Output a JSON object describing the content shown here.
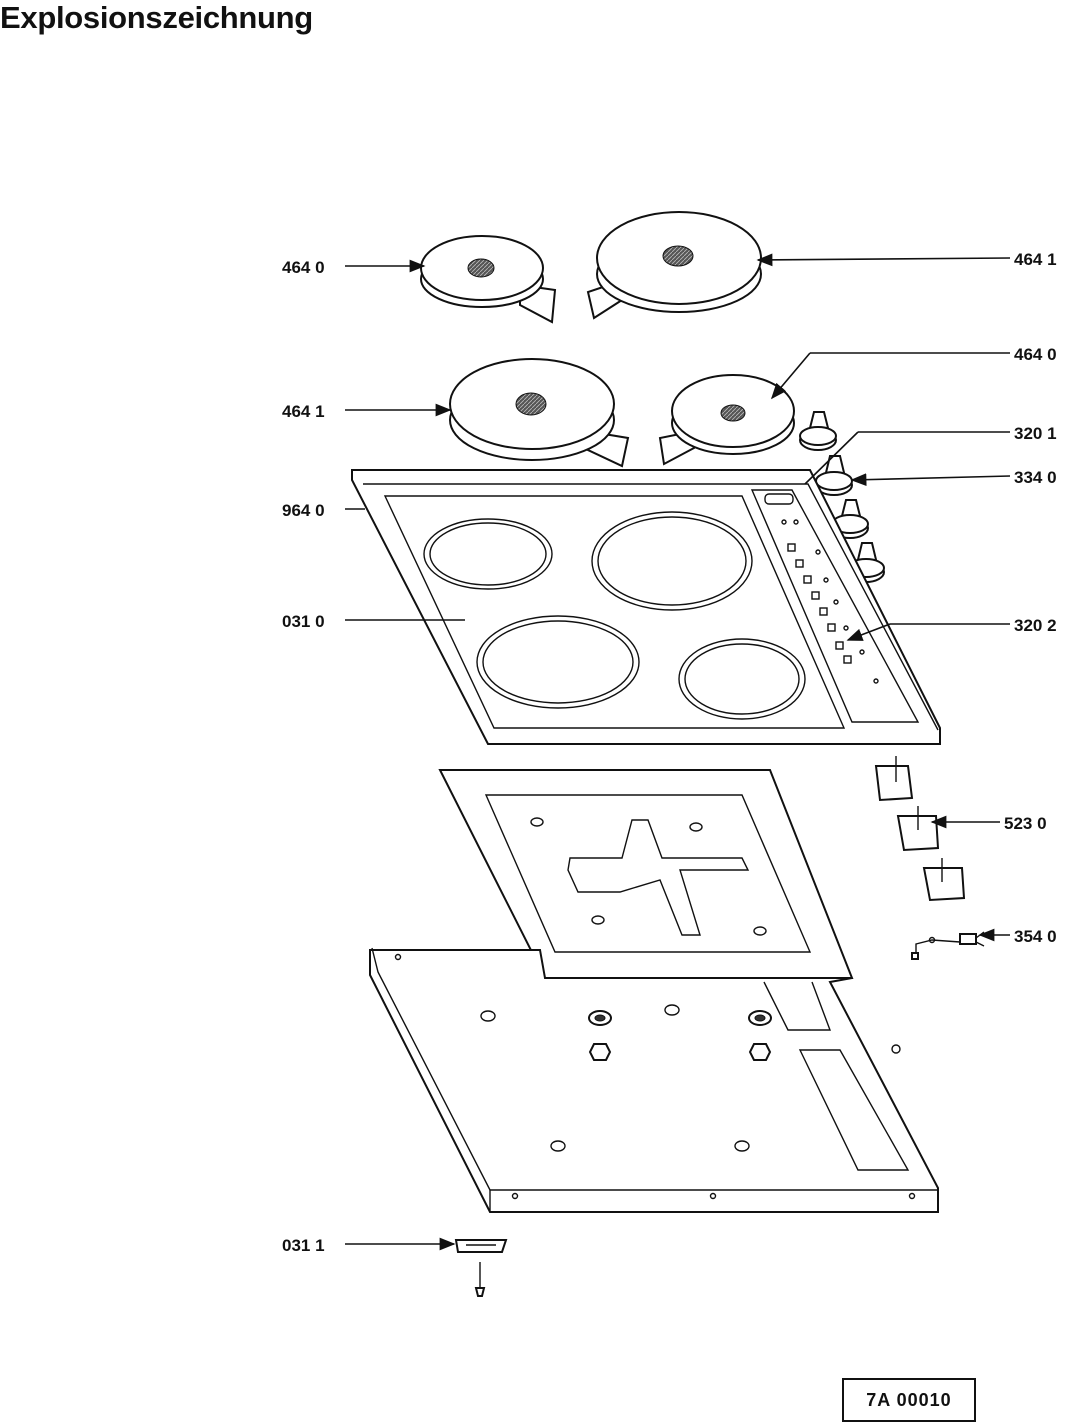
{
  "title": "Explosionszeichnung",
  "reference": "7A  00010",
  "labels": {
    "l1": "464 0",
    "l2": "464 1",
    "l3": "464 1",
    "l4": "464 0",
    "l5": "320 1",
    "l6": "334 0",
    "l7": "964 0",
    "l8": "031 0",
    "l9": "320 2",
    "l10": "523 0",
    "l11": "354 0",
    "l12": "031 1"
  }
}
